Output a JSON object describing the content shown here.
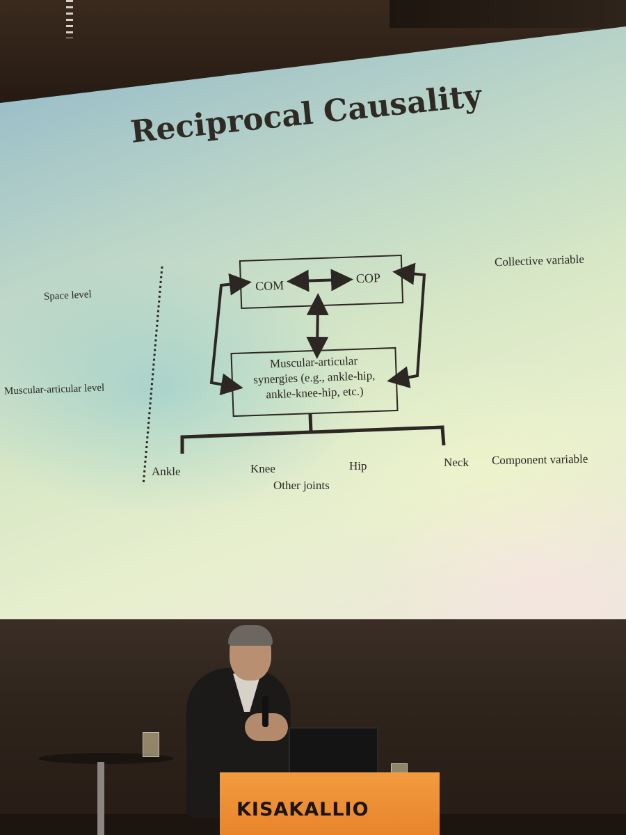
{
  "slide": {
    "title": "Reciprocal Causality",
    "left_labels": {
      "space_level": "Space level",
      "muscular_level": "Muscular-articular level"
    },
    "right_labels": {
      "collective": "Collective variable",
      "component": "Component variable"
    },
    "top_box": {
      "left": "COM",
      "right": "COP"
    },
    "bottom_box": {
      "line1": "Muscular-articular",
      "line2": "synergies (e.g., ankle-hip,",
      "line3": "ankle-knee-hip, etc.)"
    },
    "joints": {
      "ankle": "Ankle",
      "knee": "Knee",
      "hip": "Hip",
      "neck": "Neck",
      "other": "Other joints"
    }
  },
  "podium": {
    "text": "KISAKALLIO",
    "color": "#ee8f35"
  },
  "colors": {
    "slide_text": "#2c2722",
    "wall": "#2f241c"
  }
}
